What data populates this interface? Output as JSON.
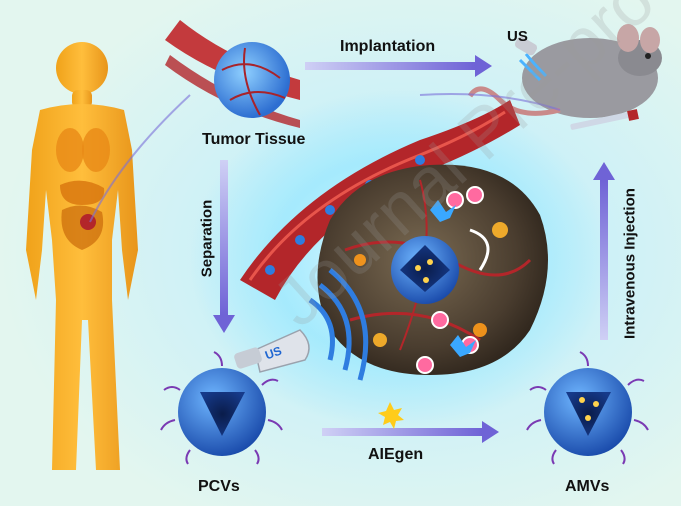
{
  "labels": {
    "implantation": "Implantation",
    "us_top": "US",
    "tumor_tissue": "Tumor Tissue",
    "separation": "Separation",
    "intravenous_injection": "Intravenous Injection",
    "us_probe": "US",
    "aiegen": "AIEgen",
    "pcvs": "PCVs",
    "amvs": "AMVs"
  },
  "watermark": "Journal Pre-proof",
  "colors": {
    "background": "#dff4f8",
    "arrow": "#7b70d9",
    "body": "#f5a623",
    "vesicle": "#2f7de0",
    "tumor": "#5a4a3a",
    "vessel": "#b3262a"
  }
}
